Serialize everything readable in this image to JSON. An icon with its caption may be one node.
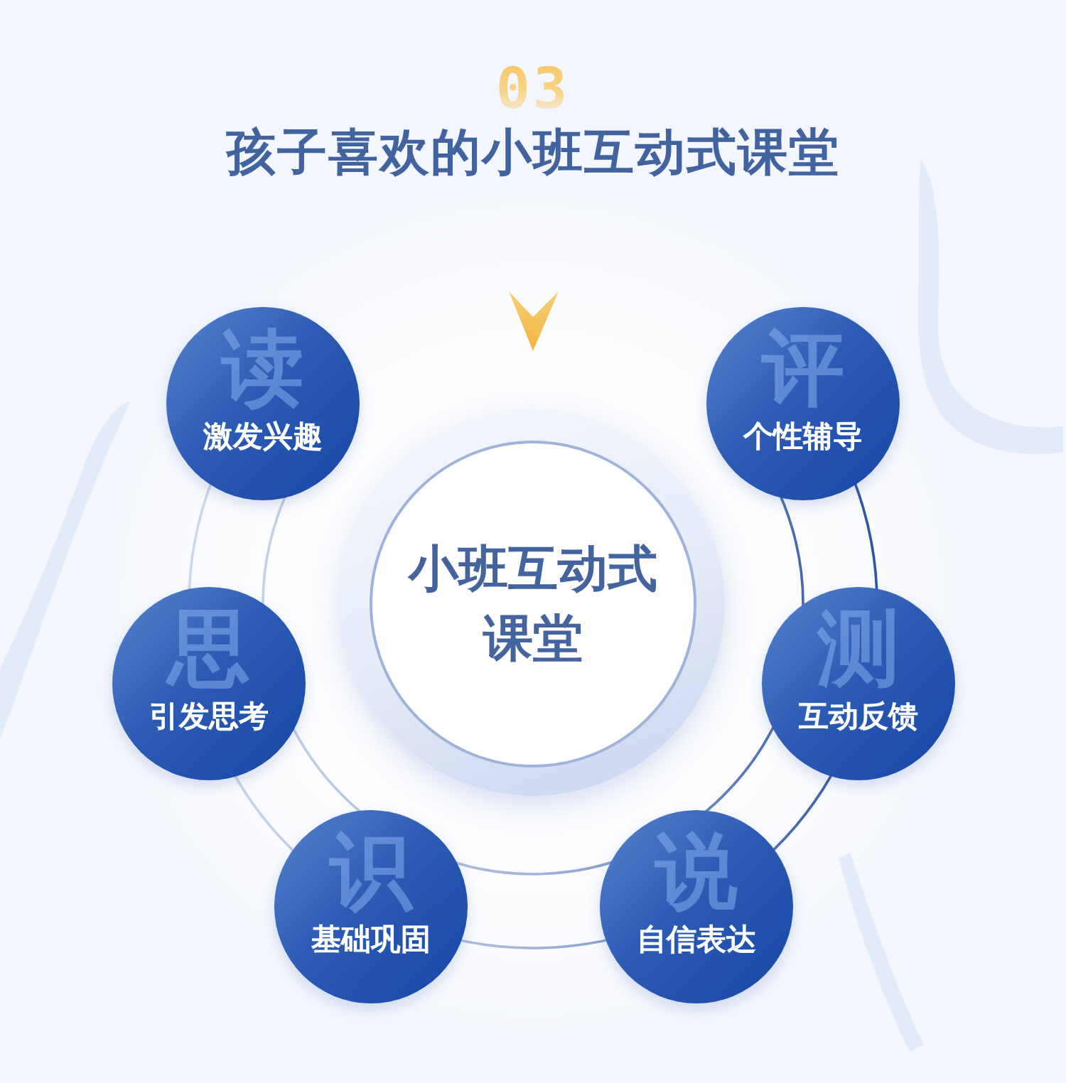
{
  "diagram": {
    "title": "孩子喜欢的小班互动式课堂",
    "nodes": [
      {
        "text": [
          "读",
          "激发兴趣"
        ]
      },
      {
        "text": [
          "评",
          "个性辅导"
        ]
      },
      {
        "text": [
          "小班互动式课堂"
        ]
      },
      {
        "text": [
          "思",
          "引发思考"
        ]
      },
      {
        "text": [
          "测",
          "互动反馈"
        ]
      },
      {
        "text": [
          "识",
          "基础巩固"
        ]
      },
      {
        "text": [
          "说",
          "自信表达"
        ]
      }
    ],
    "labels": [
      "03"
    ]
  }
}
